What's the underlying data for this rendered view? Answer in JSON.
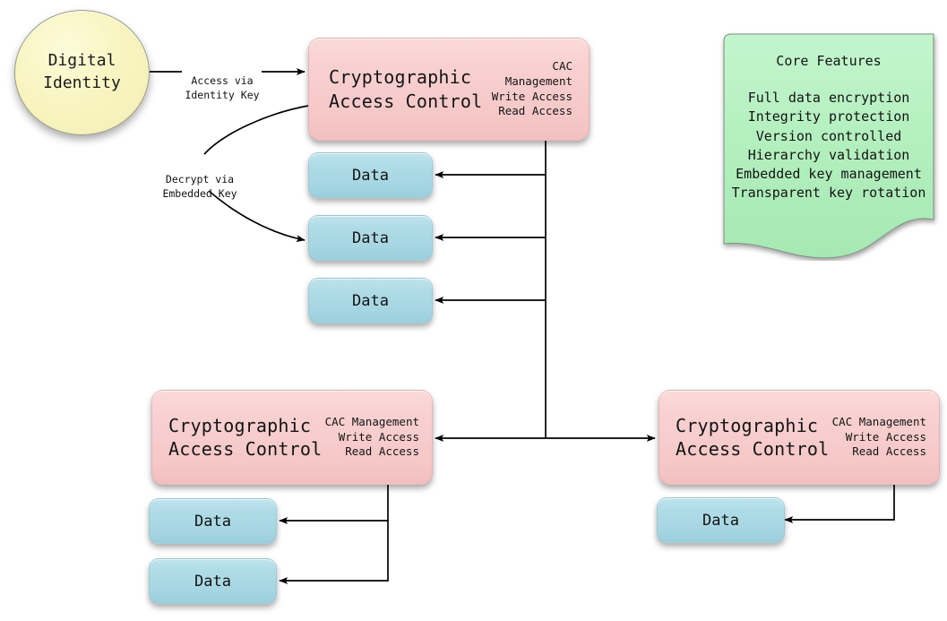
{
  "diagram": {
    "identity": {
      "label": "Digital\nIdentity"
    },
    "edge_labels": [
      {
        "id": "access-via-identity-key",
        "text": "Access via\nIdentity Key"
      },
      {
        "id": "decrypt-via-embedded-key",
        "text": "Decrypt via\nEmbedded Key"
      }
    ],
    "cac_nodes": [
      {
        "id": "cac-top",
        "title": "Cryptographic\nAccess Control",
        "perms": "CAC Management\nWrite Access\nRead Access"
      },
      {
        "id": "cac-bottom-left",
        "title": "Cryptographic\nAccess Control",
        "perms": "CAC Management\nWrite Access\nRead Access"
      },
      {
        "id": "cac-bottom-right",
        "title": "Cryptographic\nAccess Control",
        "perms": "CAC Management\nWrite Access\nRead Access"
      }
    ],
    "data_nodes": [
      {
        "id": "data-top-1",
        "label": "Data"
      },
      {
        "id": "data-top-2",
        "label": "Data"
      },
      {
        "id": "data-top-3",
        "label": "Data"
      },
      {
        "id": "data-bl-1",
        "label": "Data"
      },
      {
        "id": "data-bl-2",
        "label": "Data"
      },
      {
        "id": "data-br-1",
        "label": "Data"
      }
    ],
    "note": {
      "title": "Core Features",
      "features": "Full data encryption\nIntegrity protection\nVersion controlled\nHierarchy validation\nEmbedded key management\nTransparent key rotation"
    },
    "colors": {
      "cac_fill": "#f8cdcd",
      "data_fill": "#a9d8e3",
      "identity_fill": "#f7f5c4",
      "note_fill": "#b4f0bf",
      "stroke": "#000000",
      "background": "#ffffff"
    }
  }
}
